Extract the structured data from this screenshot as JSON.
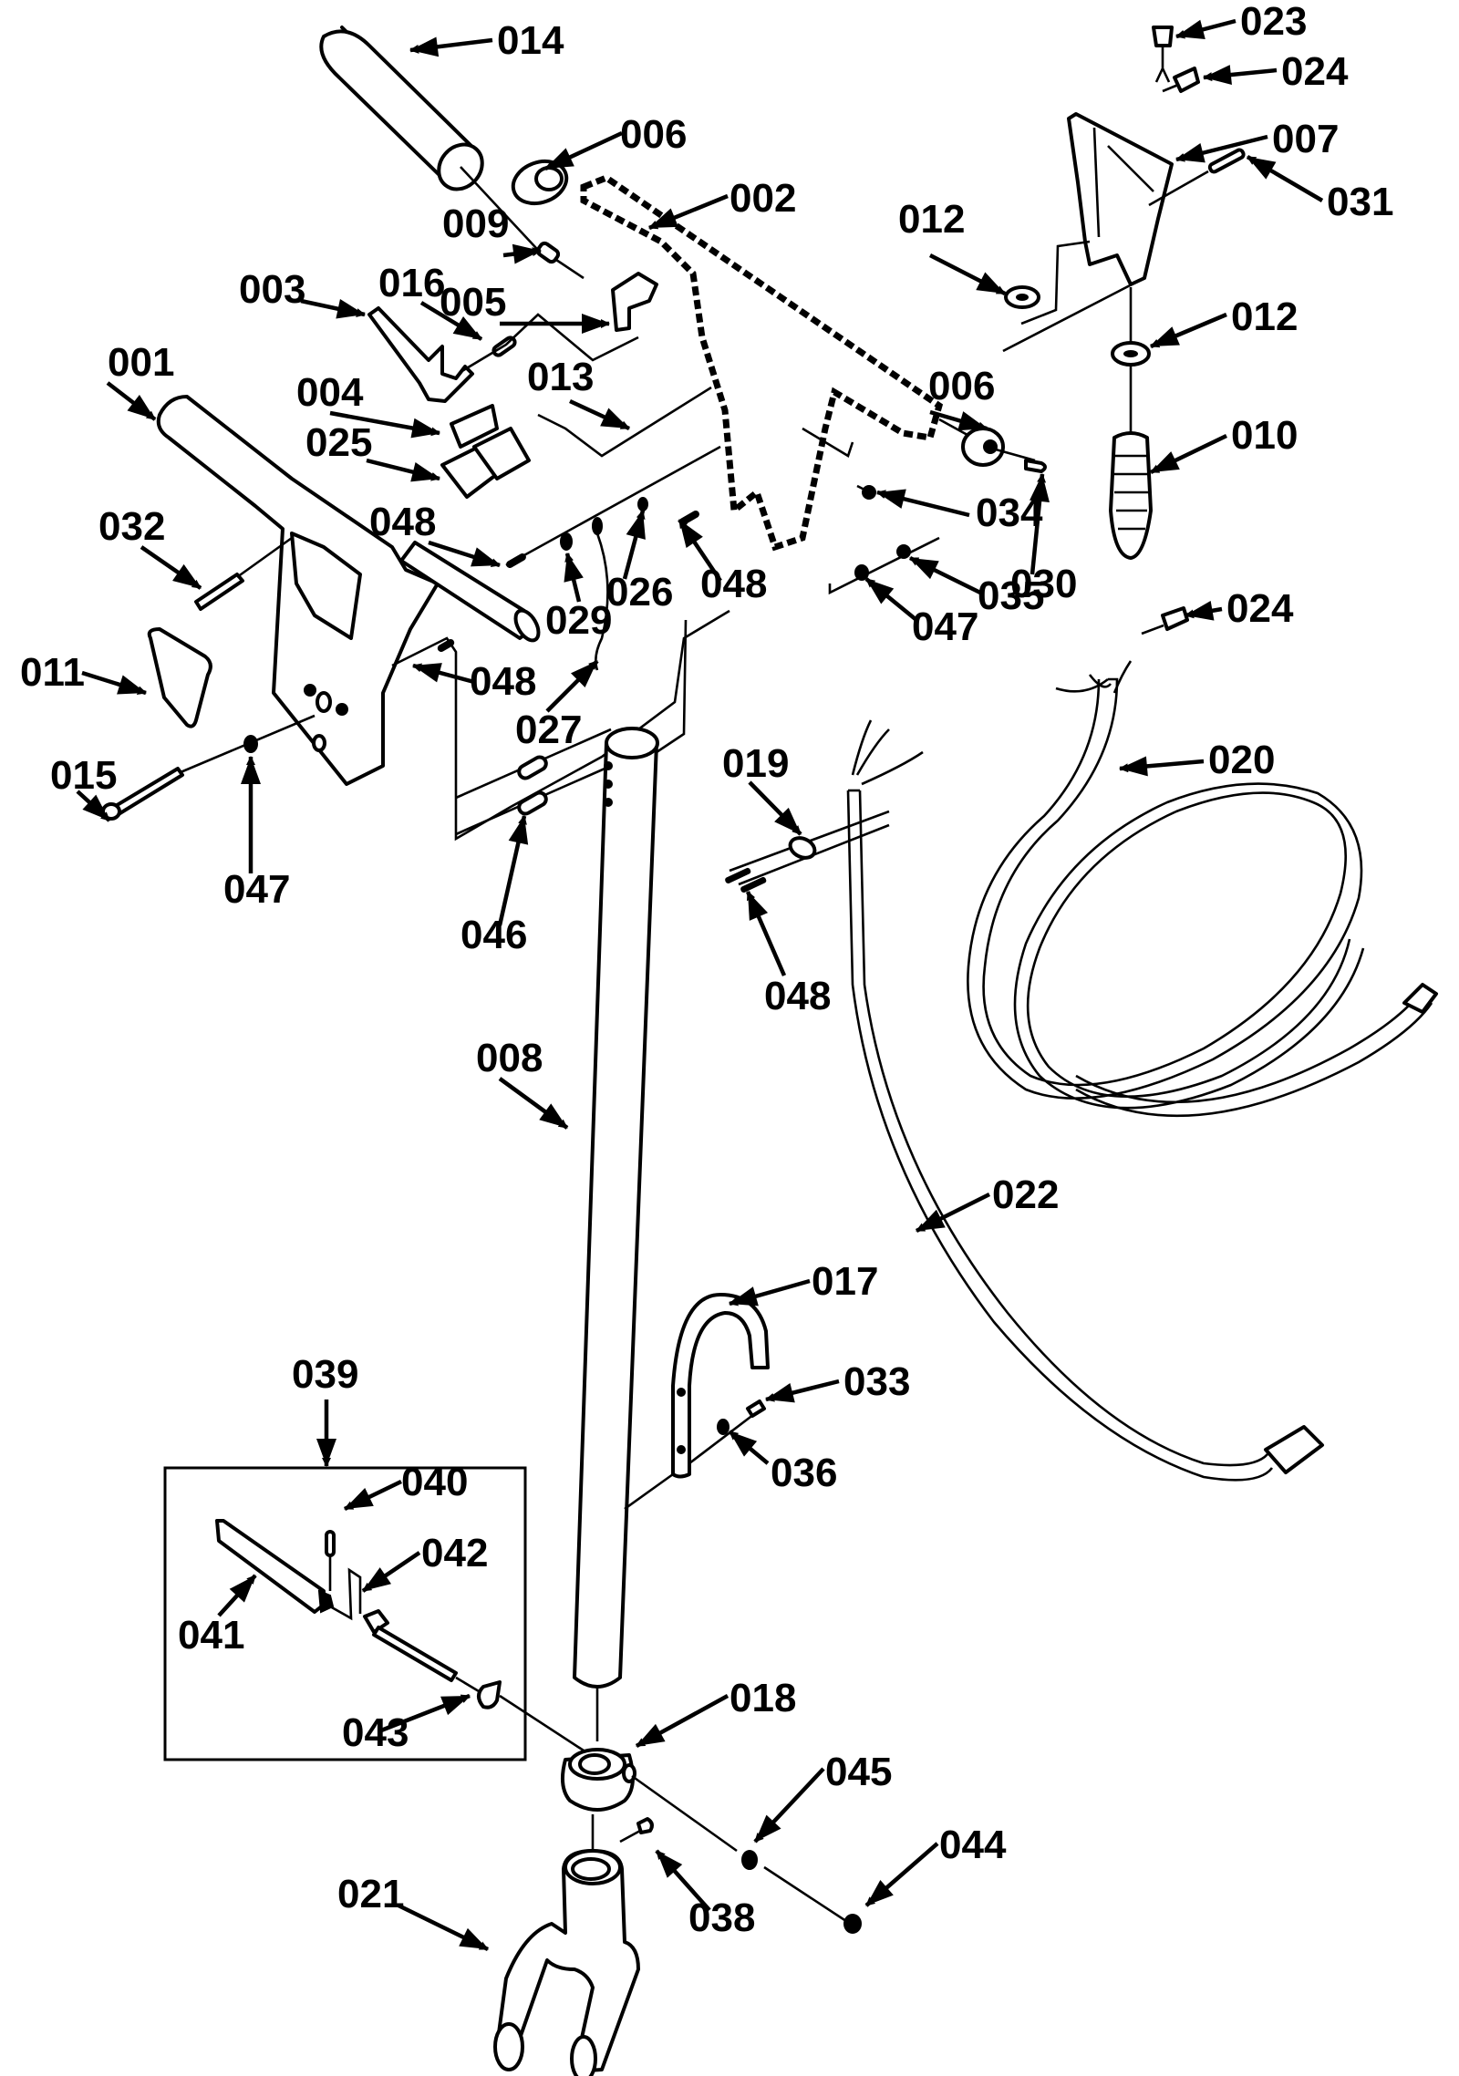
{
  "diagram": {
    "type": "exploded-parts-diagram",
    "subject": "handle / upright assembly with power cord",
    "callouts": [
      {
        "id": "014",
        "part": "grip-sleeve"
      },
      {
        "id": "006",
        "part": "end-cap-left"
      },
      {
        "id": "002",
        "part": "handle-frame"
      },
      {
        "id": "009",
        "part": "spring"
      },
      {
        "id": "003",
        "part": "trigger-lever"
      },
      {
        "id": "016",
        "part": "pin"
      },
      {
        "id": "005",
        "part": "actuator"
      },
      {
        "id": "001",
        "part": "lower-handle"
      },
      {
        "id": "004",
        "part": "switch-block"
      },
      {
        "id": "013",
        "part": "pin"
      },
      {
        "id": "025",
        "part": "micro-switches"
      },
      {
        "id": "032",
        "part": "screw"
      },
      {
        "id": "048",
        "part": "screw-upper"
      },
      {
        "id": "029",
        "part": "nut"
      },
      {
        "id": "026",
        "part": "nut"
      },
      {
        "id": "048",
        "part": "screw-center"
      },
      {
        "id": "011",
        "part": "cover-plate"
      },
      {
        "id": "048",
        "part": "screw-side"
      },
      {
        "id": "027",
        "part": "wire"
      },
      {
        "id": "015",
        "part": "bolt"
      },
      {
        "id": "047",
        "part": "nut-left"
      },
      {
        "id": "046",
        "part": "spacers"
      },
      {
        "id": "023",
        "part": "cord-connector"
      },
      {
        "id": "024",
        "part": "wire-nut-top"
      },
      {
        "id": "007",
        "part": "cord-hook-bracket"
      },
      {
        "id": "031",
        "part": "pin"
      },
      {
        "id": "012",
        "part": "lock-nut-upper"
      },
      {
        "id": "012",
        "part": "lock-nut-lower"
      },
      {
        "id": "006",
        "part": "end-cap-right"
      },
      {
        "id": "010",
        "part": "strain-relief"
      },
      {
        "id": "034",
        "part": "screw"
      },
      {
        "id": "030",
        "part": "pin"
      },
      {
        "id": "035",
        "part": "nut"
      },
      {
        "id": "047",
        "part": "nut-right"
      },
      {
        "id": "024",
        "part": "wire-nut-cord"
      },
      {
        "id": "020",
        "part": "power-cord"
      },
      {
        "id": "019",
        "part": "cord-clamp"
      },
      {
        "id": "048",
        "part": "screws-clamp"
      },
      {
        "id": "008",
        "part": "upright-tube"
      },
      {
        "id": "022",
        "part": "lead-cord"
      },
      {
        "id": "017",
        "part": "cord-hook"
      },
      {
        "id": "033",
        "part": "screw"
      },
      {
        "id": "036",
        "part": "washer"
      },
      {
        "id": "039",
        "part": "pedal-kit"
      },
      {
        "id": "040",
        "part": "pin"
      },
      {
        "id": "041",
        "part": "pedal"
      },
      {
        "id": "042",
        "part": "shaft"
      },
      {
        "id": "043",
        "part": "clip"
      },
      {
        "id": "018",
        "part": "collar"
      },
      {
        "id": "045",
        "part": "washer"
      },
      {
        "id": "044",
        "part": "nut"
      },
      {
        "id": "038",
        "part": "screw"
      },
      {
        "id": "021",
        "part": "yoke"
      }
    ]
  }
}
